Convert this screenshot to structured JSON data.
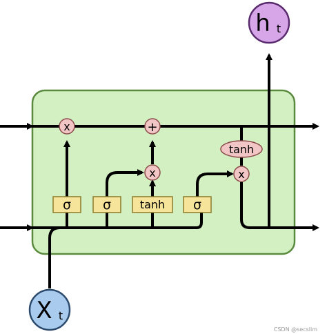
{
  "colors": {
    "cell_fill": "#d3f0c2",
    "cell_stroke": "#5a8a3e",
    "gate_fill": "#f6e49a",
    "gate_stroke": "#8a7a2a",
    "op_fill": "#f3c6c6",
    "op_stroke": "#8a4a4a",
    "input_fill": "#a9cbee",
    "input_stroke": "#2c4a6b",
    "output_fill": "#d6a6e8",
    "output_stroke": "#5a2a6e",
    "line": "#000000"
  },
  "nodes": {
    "output": {
      "main": "h",
      "sub": "t"
    },
    "input": {
      "main": "X",
      "sub": "t"
    }
  },
  "ops": {
    "forget_multiply": "x",
    "cell_add": "+",
    "input_multiply": "x",
    "output_multiply": "x",
    "output_tanh": "tanh"
  },
  "gates": {
    "forget_gate": "σ",
    "input_gate": "σ",
    "candidate_tanh": "tanh",
    "output_gate": "σ"
  },
  "watermark": "CSDN @secslim"
}
